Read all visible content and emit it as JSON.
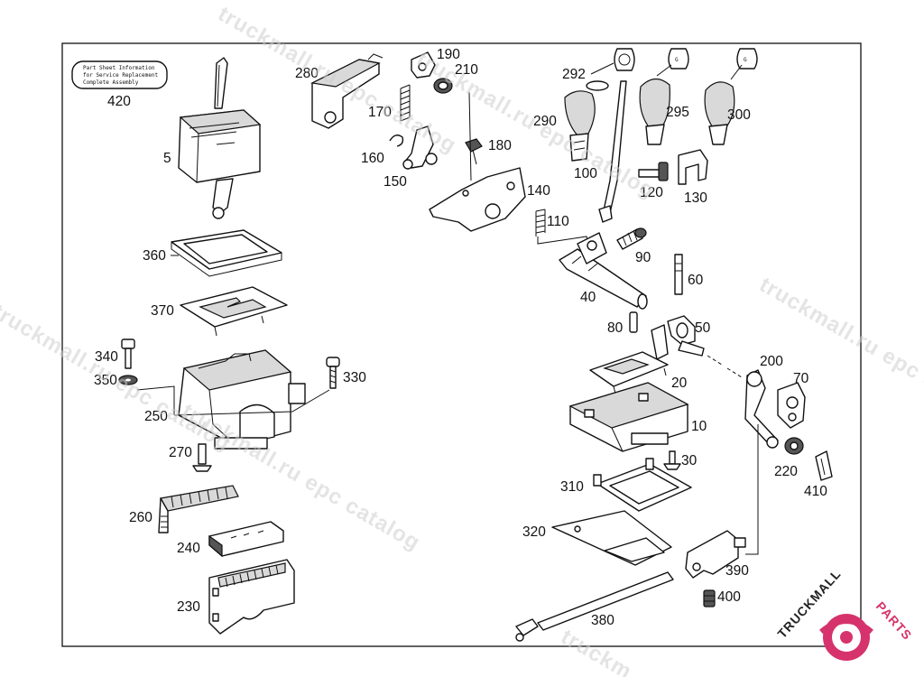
{
  "watermark": {
    "text": "truckmall.ru epc catalog",
    "partial_bottom": "truckm"
  },
  "label_plate": {
    "lines": [
      "Part Sheet Information",
      "for Service Replacement",
      "Complete Assembly"
    ]
  },
  "callouts": {
    "c5": "5",
    "c10": "10",
    "c20": "20",
    "c30": "30",
    "c40": "40",
    "c50": "50",
    "c60": "60",
    "c70": "70",
    "c80": "80",
    "c90": "90",
    "c100": "100",
    "c110": "110",
    "c120": "120",
    "c130": "130",
    "c140": "140",
    "c150": "150",
    "c160": "160",
    "c170": "170",
    "c180": "180",
    "c190": "190",
    "c200": "200",
    "c210": "210",
    "c220": "220",
    "c230": "230",
    "c240": "240",
    "c250": "250",
    "c260": "260",
    "c270": "270",
    "c280": "280",
    "c290": "290",
    "c292": "292",
    "c295": "295",
    "c300": "300",
    "c310": "310",
    "c320": "320",
    "c330": "330",
    "c340": "340",
    "c350": "350",
    "c360": "360",
    "c370": "370",
    "c380": "380",
    "c390": "390",
    "c400": "400",
    "c410": "410",
    "c420": "420"
  },
  "logo": {
    "brand_left": "TRUCKMALL",
    "brand_right": "PARTS",
    "color_brand": "#d6336c",
    "color_text": "#222222"
  },
  "colors": {
    "line": "#111111",
    "shade": "#d9d9d9",
    "watermark": "#cfcfcf"
  }
}
